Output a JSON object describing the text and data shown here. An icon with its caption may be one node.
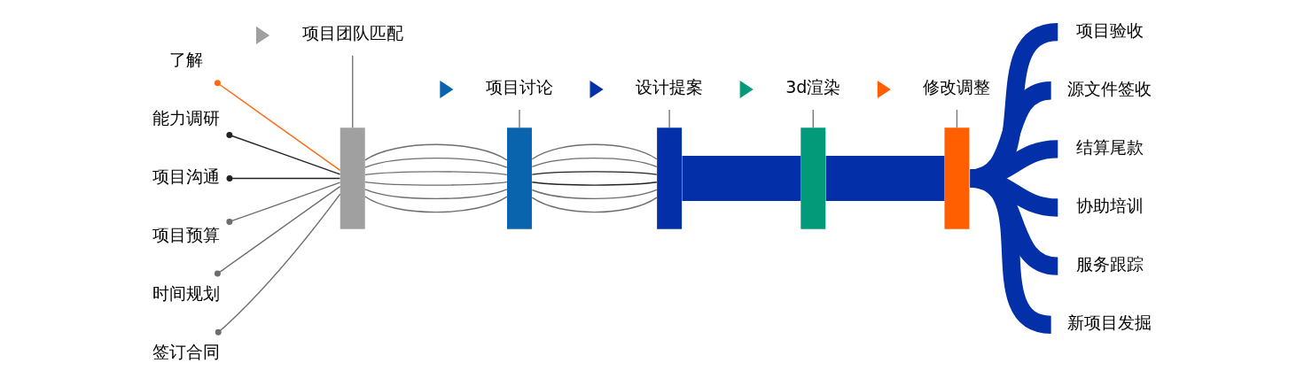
{
  "diagram": {
    "nodes": [
      {
        "text": [
          "了解"
        ]
      },
      {
        "text": [
          "能力调研"
        ]
      },
      {
        "text": [
          "项目沟通"
        ]
      },
      {
        "text": [
          "项目预算"
        ]
      },
      {
        "text": [
          "时间规划"
        ]
      },
      {
        "text": [
          "签订合同"
        ]
      },
      {
        "text": [
          "项目团队匹配"
        ]
      },
      {
        "text": [],
        "shape": "bar"
      },
      {
        "text": [
          "项目讨论"
        ]
      },
      {
        "text": [],
        "shape": "bar"
      },
      {
        "text": [
          "设计提案"
        ]
      },
      {
        "text": [],
        "shape": "bar"
      },
      {
        "text": [
          "3d渲染"
        ]
      },
      {
        "text": [],
        "shape": "bar"
      },
      {
        "text": [
          "修改调整"
        ]
      },
      {
        "text": [],
        "shape": "bar"
      },
      {
        "text": [
          "项目验收"
        ]
      },
      {
        "text": [
          "源文件签收"
        ]
      },
      {
        "text": [
          "结算尾款"
        ]
      },
      {
        "text": [
          "协助培训"
        ]
      },
      {
        "text": [
          "服务跟踪"
        ]
      },
      {
        "text": [
          "新项目发掘"
        ]
      }
    ],
    "edges": [
      {
        "from": 0,
        "to": 7,
        "arrow": "other",
        "color": "#ff6a13"
      },
      {
        "from": 1,
        "to": 7,
        "arrow": "other",
        "color": "#222222"
      },
      {
        "from": 2,
        "to": 7,
        "arrow": "other",
        "color": "#222222"
      },
      {
        "from": 3,
        "to": 7,
        "arrow": "other"
      },
      {
        "from": 4,
        "to": 7,
        "arrow": "other"
      },
      {
        "from": 5,
        "to": 7,
        "arrow": "other"
      },
      {
        "from": 6,
        "to": 7,
        "arrow": "none"
      },
      {
        "from": 8,
        "to": 9,
        "arrow": "none"
      },
      {
        "from": 10,
        "to": 11,
        "arrow": "none"
      },
      {
        "from": 12,
        "to": 13,
        "arrow": "none"
      },
      {
        "from": 14,
        "to": 15,
        "arrow": "none"
      },
      {
        "from": 7,
        "to": 9,
        "arrow": "none"
      },
      {
        "from": 7,
        "to": 9,
        "arrow": "none"
      },
      {
        "from": 7,
        "to": 9,
        "arrow": "none"
      },
      {
        "from": 7,
        "to": 9,
        "arrow": "none"
      },
      {
        "from": 7,
        "to": 9,
        "arrow": "none"
      },
      {
        "from": 7,
        "to": 9,
        "arrow": "none"
      },
      {
        "from": 9,
        "to": 11,
        "arrow": "none"
      },
      {
        "from": 9,
        "to": 11,
        "arrow": "none"
      },
      {
        "from": 9,
        "to": 11,
        "arrow": "none",
        "color": "#222222"
      },
      {
        "from": 9,
        "to": 11,
        "arrow": "none",
        "color": "#222222"
      },
      {
        "from": 9,
        "to": 11,
        "arrow": "none"
      },
      {
        "from": 9,
        "to": 11,
        "arrow": "none"
      },
      {
        "from": 11,
        "to": 13,
        "arrow": "none",
        "style": "thick",
        "color": "#0330a8"
      },
      {
        "from": 13,
        "to": 15,
        "arrow": "none",
        "style": "thick",
        "color": "#0330a8"
      },
      {
        "from": 15,
        "to": 16,
        "arrow": "none",
        "style": "thick",
        "color": "#0330a8"
      },
      {
        "from": 15,
        "to": 17,
        "arrow": "none",
        "style": "thick",
        "color": "#0330a8"
      },
      {
        "from": 15,
        "to": 18,
        "arrow": "none",
        "style": "thick",
        "color": "#0330a8"
      },
      {
        "from": 15,
        "to": 19,
        "arrow": "none",
        "style": "thick",
        "color": "#0330a8"
      },
      {
        "from": 15,
        "to": 20,
        "arrow": "none",
        "style": "thick",
        "color": "#0330a8"
      },
      {
        "from": 15,
        "to": 21,
        "arrow": "none",
        "style": "thick",
        "color": "#0330a8"
      }
    ]
  }
}
